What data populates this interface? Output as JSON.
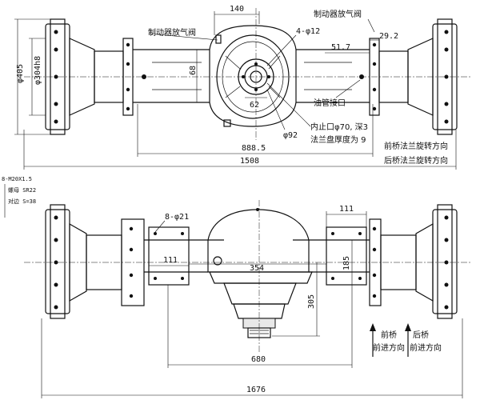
{
  "top_view": {
    "dim_140": "140",
    "brake_valve_left": "制动器放气阀",
    "brake_valve_right": "制动器放气阀",
    "holes_4_phi12": "4-φ12",
    "dim_29_2": "29.2",
    "dim_51_7": "51.7",
    "dim_68": "68",
    "oil_pipe": "油管接口",
    "phi405": "φ405",
    "phi304h8": "φ304h8",
    "dim_62": "62",
    "phi92": "φ92",
    "inner_stop": "内止口φ70, 深3",
    "flange_thickness": "法兰盘厚度为 9",
    "dim_888_5": "888.5",
    "dim_1508": "1508",
    "front_flange_rot": "前桥法兰旋转方向",
    "rear_flange_rot": "后桥法兰旋转方向"
  },
  "bottom_view": {
    "thread_spec": "8-M20X1.5",
    "nut_spec": "螺母 SR22",
    "across_flats": "对边 S=38",
    "holes_8_phi21": "8-φ21",
    "dim_111_left": "111",
    "dim_111_right": "111",
    "dim_354": "354",
    "dim_185": "185",
    "dim_305": "305",
    "dim_680": "680",
    "dim_1676": "1676",
    "front_axle": "前桥",
    "front_forward": "前进方向",
    "rear_axle": "后桥",
    "rear_forward": "前进方向"
  }
}
